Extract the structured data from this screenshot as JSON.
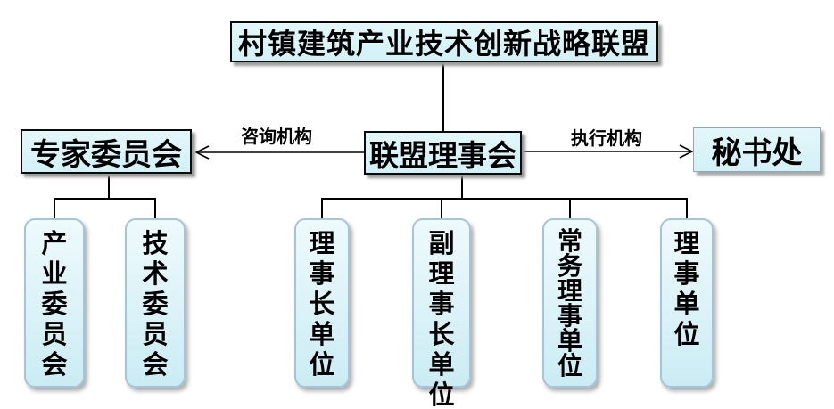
{
  "nodes": {
    "alliance": "村镇建筑产业技术创新战略联盟",
    "expert_committee": "专家委员会",
    "council": "联盟理事会",
    "secretariat": "秘书处",
    "expert_children": [
      "产业委员会",
      "技术委员会"
    ],
    "council_children": [
      "理事长单位",
      "副理事长单位",
      "常务理事单位",
      "理事单位"
    ]
  },
  "edges": {
    "advisory_label": "咨询机构",
    "executive_label": "执行机构"
  },
  "colors": {
    "box_fill_top": "#e3f7fa",
    "box_fill_bottom": "#d2f1f7",
    "rounded_border": "#a3c4da",
    "rect_border": "#0a0a0a",
    "line": "#000000",
    "shadow": "#9b9b9b"
  }
}
